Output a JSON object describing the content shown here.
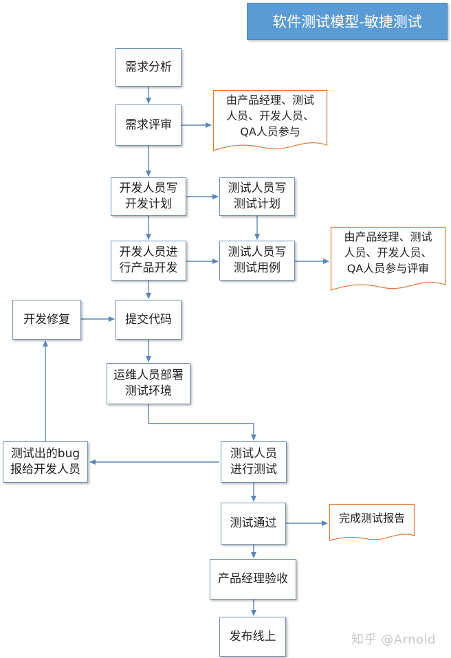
{
  "title": "软件测试模型-敏捷测试",
  "nodes": {
    "req_analysis": "需求分析",
    "req_review": "需求评审",
    "dev_plan": "开发人员写\n开发计划",
    "test_plan": "测试人员写\n测试计划",
    "dev_product": "开发人员进\n行产品开发",
    "test_case": "测试人员写\n测试用例",
    "dev_fix": "开发修复",
    "submit_code": "提交代码",
    "ops_deploy": "运维人员部署\n测试环境",
    "test_run": "测试人员\n进行测试",
    "bug_report": "测试出的bug\n报给开发人员",
    "test_pass": "测试通过",
    "pm_accept": "产品经理验收",
    "release": "发布线上"
  },
  "notes": {
    "review_participants": "由产品经理、测试\n人员、开发人员、\nQA人员参与",
    "case_review_participants": "由产品经理、测试\n人员、开发人员、\nQA人员参与评审",
    "test_report": "完成测试报告"
  },
  "watermark": "知乎 @Arnold",
  "colors": {
    "title_bg": "#5b9bd5",
    "node_border": "#6d90b5",
    "connector": "#5a87b5",
    "note_border": "#e07a35"
  }
}
